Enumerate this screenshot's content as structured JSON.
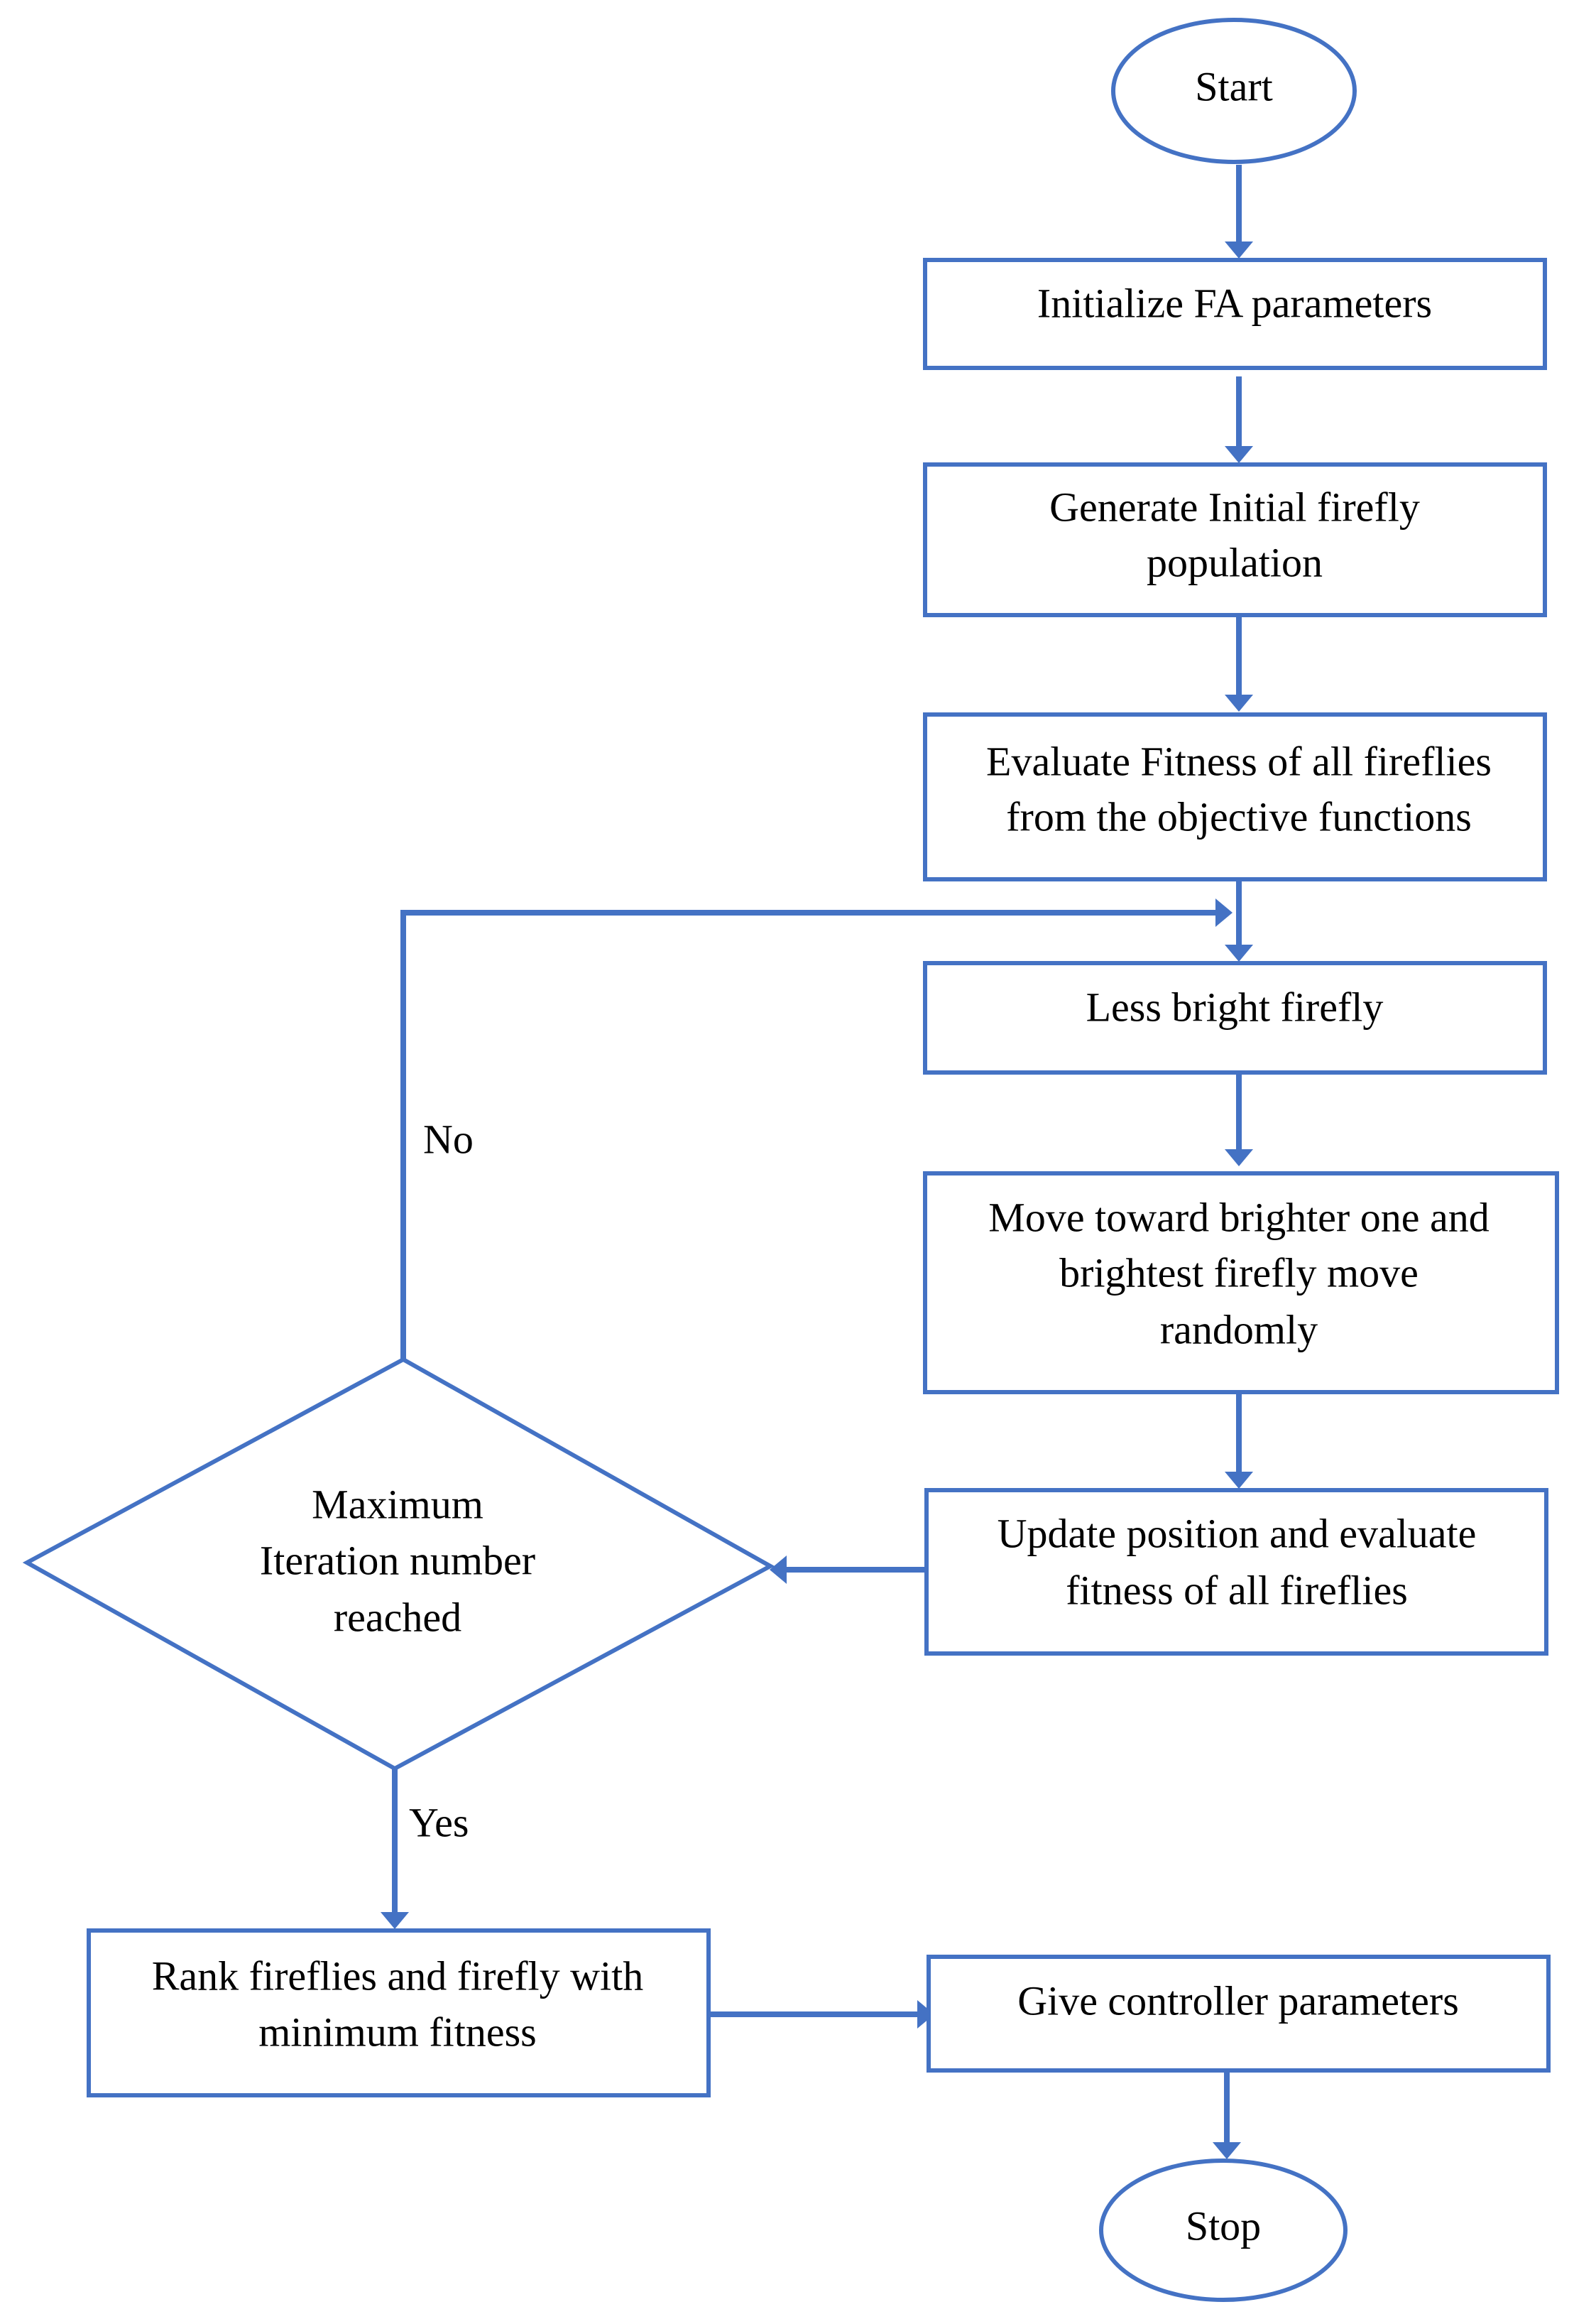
{
  "diagram": {
    "start": "Start",
    "init": "Initialize FA parameters",
    "generate": [
      "Generate Initial firefly",
      "population"
    ],
    "evaluate": [
      "Evaluate Fitness of all fireflies",
      "from the objective functions"
    ],
    "less_bright": "Less bright firefly",
    "move": [
      "Move toward brighter one and",
      "brightest firefly move",
      "randomly"
    ],
    "update": [
      "Update position and evaluate",
      "fitness of all fireflies"
    ],
    "decision": [
      "Maximum",
      "Iteration number",
      "reached"
    ],
    "rank": [
      "Rank fireflies and firefly with",
      "minimum fitness"
    ],
    "give": "Give controller parameters",
    "stop": "Stop",
    "no_label": "No",
    "yes_label": "Yes"
  },
  "colors": {
    "stroke": "#4472C4",
    "text": "#000000",
    "background": "#ffffff"
  }
}
